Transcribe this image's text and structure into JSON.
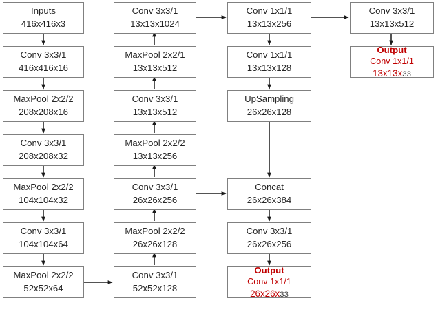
{
  "diagram": {
    "title": "YOLOv3-tiny style CNN architecture block diagram",
    "style": {
      "box_border_color": "#808080",
      "box_fill": "#ffffff",
      "text_color": "#262626",
      "output_text_color": "#C00000",
      "arrow_color": "#1a1a1a"
    },
    "nodes": [
      {
        "id": "n1",
        "line1": "Inputs",
        "line2": "416x416x3",
        "type": "normal",
        "col": 1,
        "row": 1
      },
      {
        "id": "n2",
        "line1": "Conv 3x3/1",
        "line2": "416x416x16",
        "type": "normal",
        "col": 1,
        "row": 2
      },
      {
        "id": "n3",
        "line1": "MaxPool 2x2/2",
        "line2": "208x208x16",
        "type": "normal",
        "col": 1,
        "row": 3
      },
      {
        "id": "n4",
        "line1": "Conv 3x3/1",
        "line2": "208x208x32",
        "type": "normal",
        "col": 1,
        "row": 4
      },
      {
        "id": "n5",
        "line1": "MaxPool 2x2/2",
        "line2": "104x104x32",
        "type": "normal",
        "col": 1,
        "row": 5
      },
      {
        "id": "n6",
        "line1": "Conv 3x3/1",
        "line2": "104x104x64",
        "type": "normal",
        "col": 1,
        "row": 6
      },
      {
        "id": "n7",
        "line1": "MaxPool 2x2/2",
        "line2": "52x52x64",
        "type": "normal",
        "col": 1,
        "row": 7
      },
      {
        "id": "n8",
        "line1": "Conv 3x3/1",
        "line2": "13x13x1024",
        "type": "normal",
        "col": 2,
        "row": 1
      },
      {
        "id": "n9",
        "line1": "MaxPool 2x2/1",
        "line2": "13x13x512",
        "type": "normal",
        "col": 2,
        "row": 2
      },
      {
        "id": "n10",
        "line1": "Conv 3x3/1",
        "line2": "13x13x512",
        "type": "normal",
        "col": 2,
        "row": 3
      },
      {
        "id": "n11",
        "line1": "MaxPool 2x2/2",
        "line2": "13x13x256",
        "type": "normal",
        "col": 2,
        "row": 4
      },
      {
        "id": "n12",
        "line1": "Conv 3x3/1",
        "line2": "26x26x256",
        "type": "normal",
        "col": 2,
        "row": 5
      },
      {
        "id": "n13",
        "line1": "MaxPool 2x2/2",
        "line2": "26x26x128",
        "type": "normal",
        "col": 2,
        "row": 6
      },
      {
        "id": "n14",
        "line1": "Conv 3x3/1",
        "line2": "52x52x128",
        "type": "normal",
        "col": 2,
        "row": 7
      },
      {
        "id": "n15",
        "line1": "Conv 1x1/1",
        "line2": "13x13x256",
        "type": "normal",
        "col": 3,
        "row": 1
      },
      {
        "id": "n16",
        "line1": "Conv 1x1/1",
        "line2": "13x13x128",
        "type": "normal",
        "col": 3,
        "row": 2
      },
      {
        "id": "n17",
        "line1": "UpSampling",
        "line2": "26x26x128",
        "type": "normal",
        "col": 3,
        "row": 3
      },
      {
        "id": "n18",
        "line1": "Concat",
        "line2": "26x26x384",
        "type": "normal",
        "col": 3,
        "row": 5
      },
      {
        "id": "n19",
        "line1": "Conv 3x3/1",
        "line2": "26x26x256",
        "type": "normal",
        "col": 3,
        "row": 6
      },
      {
        "id": "n20",
        "line1": "Output",
        "line2": "Conv 1x1/1",
        "line3_prefix": "26x26x",
        "line3_channels": "33",
        "type": "output",
        "col": 3,
        "row": 7
      },
      {
        "id": "n21",
        "line1": "Conv 3x3/1",
        "line2": "13x13x512",
        "type": "normal",
        "col": 4,
        "row": 1
      },
      {
        "id": "n22",
        "line1": "Output",
        "line2": "Conv 1x1/1",
        "line3_prefix": "13x13x",
        "line3_channels": "33",
        "type": "output",
        "col": 4,
        "row": 2
      }
    ],
    "edges": [
      {
        "from": "n1",
        "to": "n2",
        "kind": "vertical-down"
      },
      {
        "from": "n2",
        "to": "n3",
        "kind": "vertical-down"
      },
      {
        "from": "n3",
        "to": "n4",
        "kind": "vertical-down"
      },
      {
        "from": "n4",
        "to": "n5",
        "kind": "vertical-down"
      },
      {
        "from": "n5",
        "to": "n6",
        "kind": "vertical-down"
      },
      {
        "from": "n6",
        "to": "n7",
        "kind": "vertical-down"
      },
      {
        "from": "n7",
        "to": "n14",
        "kind": "horizontal-right"
      },
      {
        "from": "n14",
        "to": "n13",
        "kind": "vertical-up"
      },
      {
        "from": "n13",
        "to": "n12",
        "kind": "vertical-up"
      },
      {
        "from": "n12",
        "to": "n11",
        "kind": "vertical-up"
      },
      {
        "from": "n11",
        "to": "n10",
        "kind": "vertical-up"
      },
      {
        "from": "n10",
        "to": "n9",
        "kind": "vertical-up"
      },
      {
        "from": "n9",
        "to": "n8",
        "kind": "vertical-up"
      },
      {
        "from": "n8",
        "to": "n15",
        "kind": "horizontal-right"
      },
      {
        "from": "n15",
        "to": "n21",
        "kind": "horizontal-right"
      },
      {
        "from": "n21",
        "to": "n22",
        "kind": "vertical-down"
      },
      {
        "from": "n15",
        "to": "n16",
        "kind": "vertical-down"
      },
      {
        "from": "n16",
        "to": "n17",
        "kind": "vertical-down"
      },
      {
        "from": "n17",
        "to": "n18",
        "kind": "vertical-down-long"
      },
      {
        "from": "n12",
        "to": "n18",
        "kind": "horizontal-right"
      },
      {
        "from": "n18",
        "to": "n19",
        "kind": "vertical-down"
      },
      {
        "from": "n19",
        "to": "n20",
        "kind": "vertical-down"
      }
    ]
  }
}
